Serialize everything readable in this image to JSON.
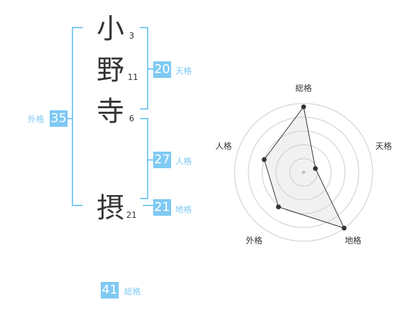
{
  "name": {
    "chars": [
      {
        "char": "小",
        "strokes": "3"
      },
      {
        "char": "野",
        "strokes": "11"
      },
      {
        "char": "寺",
        "strokes": "6"
      },
      {
        "char": "摂",
        "strokes": "21"
      }
    ]
  },
  "kaku": {
    "tenkaku": {
      "value": "20",
      "label": "天格"
    },
    "jinkaku": {
      "value": "27",
      "label": "人格"
    },
    "chikaku": {
      "value": "21",
      "label": "地格"
    },
    "gaikaku": {
      "value": "35",
      "label": "外格"
    },
    "soukaku": {
      "value": "41",
      "label": "総格"
    }
  },
  "colors": {
    "accent": "#7fc9f3",
    "text": "#333333",
    "grid": "#cccccc"
  },
  "chart_data": {
    "type": "radar",
    "categories": [
      "総格",
      "天格",
      "地格",
      "外格",
      "人格"
    ],
    "values": [
      0.95,
      0.18,
      1.0,
      0.62,
      0.6
    ],
    "range": [
      0,
      1
    ],
    "rings": 5,
    "grid": true,
    "legend": "none"
  }
}
